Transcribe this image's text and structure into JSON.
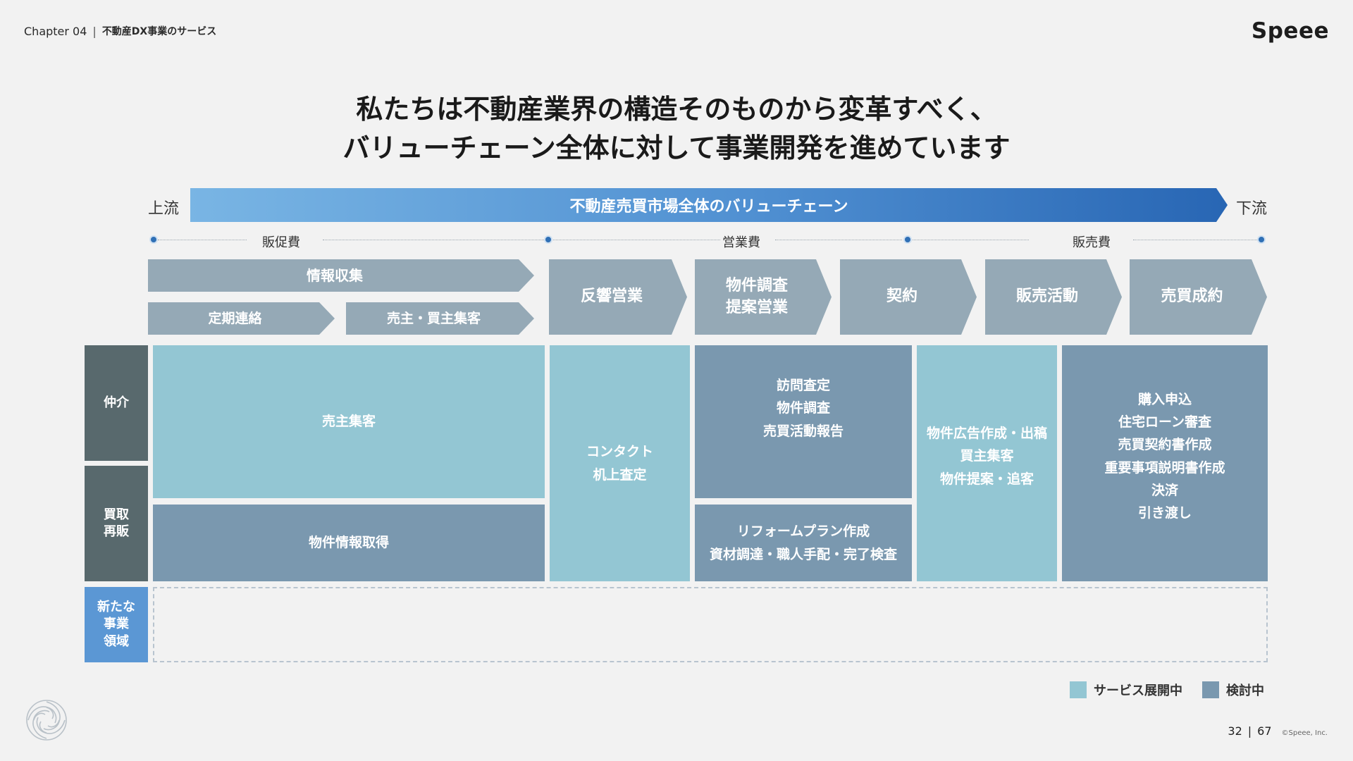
{
  "header": {
    "chapter": "Chapter 04",
    "separator": "|",
    "section": "不動産DX事業のサービス",
    "brand": "Speee"
  },
  "title": {
    "line1": "私たちは不動産業界の構造そのものから変革すべく、",
    "line2": "バリューチェーン全体に対して事業開発を進めています"
  },
  "value_chain": {
    "upstream": "上流",
    "downstream": "下流",
    "banner": "不動産売買市場全体のバリューチェーン"
  },
  "costs": {
    "promotion": "販促費",
    "operating": "営業費",
    "sales": "販売費"
  },
  "process": {
    "info_collection": "情報収集",
    "regular_contact": "定期連絡",
    "seller_buyer_acquisition": "売主・買主集客",
    "response_sales": "反響営業",
    "property_survey_line1": "物件調査",
    "property_survey_line2": "提案営業",
    "contract": "契約",
    "sales_activity": "販売活動",
    "closing": "売買成約"
  },
  "rows": {
    "brokerage": "仲介",
    "buyback_line1": "買取",
    "buyback_line2": "再販",
    "new_line1": "新たな",
    "new_line2": "事業",
    "new_line3": "領域"
  },
  "cells": {
    "seller_acquisition": "売主集客",
    "property_info": "物件情報取得",
    "contact_line1": "コンタクト",
    "contact_line2": "机上査定",
    "visit_line1": "訪問査定",
    "visit_line2": "物件調査",
    "visit_line3": "売買活動報告",
    "reform_line1": "リフォームプラン作成",
    "reform_line2": "資材調達・職人手配・完了検査",
    "ad_line1": "物件広告作成・出稿",
    "ad_line2": "買主集客",
    "ad_line3": "物件提案・追客",
    "close_line1": "購入申込",
    "close_line2": "住宅ローン審査",
    "close_line3": "売買契約書作成",
    "close_line4": "重要事項説明書作成",
    "close_line5": "決済",
    "close_line6": "引き渡し"
  },
  "legend": {
    "active": "サービス展開中",
    "planned": "検討中"
  },
  "footer": {
    "page": "32",
    "separator": "|",
    "total": "67",
    "copyright": "©Speee, Inc."
  },
  "colors": {
    "active": "#93c6d3",
    "planned": "#7a98af",
    "process_arrow": "#95a9b6",
    "row_header_dark": "#58696d",
    "row_header_new": "#5b97d4",
    "banner_start": "#79b5e4",
    "banner_end": "#2866b4"
  },
  "icons": {
    "logo": "swirl-logo-icon"
  }
}
